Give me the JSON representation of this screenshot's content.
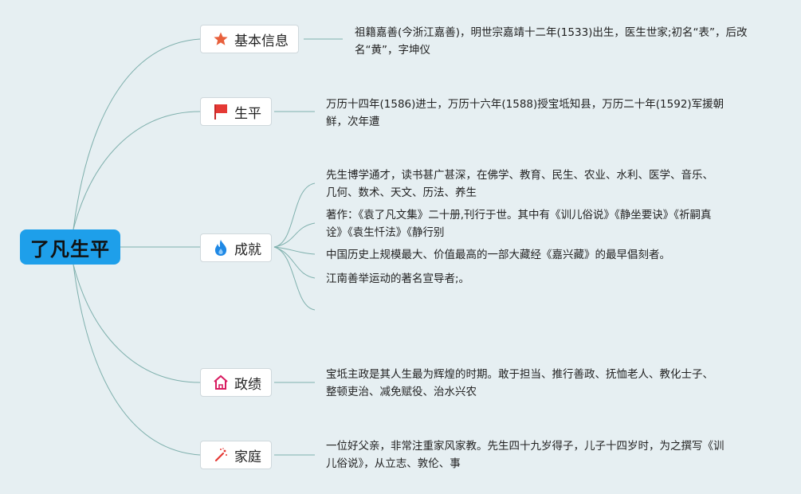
{
  "root": {
    "label": "了凡生平"
  },
  "branches": [
    {
      "label": "基本信息",
      "icon": "star-icon",
      "notes": [
        "祖籍嘉善(今浙江嘉善)，明世宗嘉靖十二年(1533)出生，医生世家;初名“表”，后改名“黄”，字坤仪"
      ]
    },
    {
      "label": "生平",
      "icon": "flag-icon",
      "notes": [
        "万历十四年(1586)进士，万历十六年(1588)授宝坻知县，万历二十年(1592)军援朝鲜，次年遭"
      ]
    },
    {
      "label": "成就",
      "icon": "flame-icon",
      "notes": [
        "先生博学通才，读书甚广甚深，在佛学、教育、民生、农业、水利、医学、音乐、几何、数术、天文、历法、养生",
        "著作：《袁了凡文集》二十册,刊行于世。其中有《训儿俗说》《静坐要诀》《祈嗣真诠》《袁生忏法》《静行别",
        "中国历史上规模最大、价值最高的一部大藏经《嘉兴藏》的最早倡刻者。",
        "江南善举运动的著名宣导者;。"
      ]
    },
    {
      "label": "政绩",
      "icon": "house-icon",
      "notes": [
        "宝坻主政是其人生最为辉煌的时期。敢于担当、推行善政、抚恤老人、教化士子、整顿吏治、减免赋役、治水兴农"
      ]
    },
    {
      "label": "家庭",
      "icon": "wand-icon",
      "notes": [
        "一位好父亲，非常注重家风家教。先生四十九岁得子，儿子十四岁时，为之撰写《训儿俗说》，从立志、敦伦、事"
      ]
    }
  ],
  "colors": {
    "central": "#1e9fea",
    "line": "#7fb0ad",
    "background": "#e6eff2"
  }
}
